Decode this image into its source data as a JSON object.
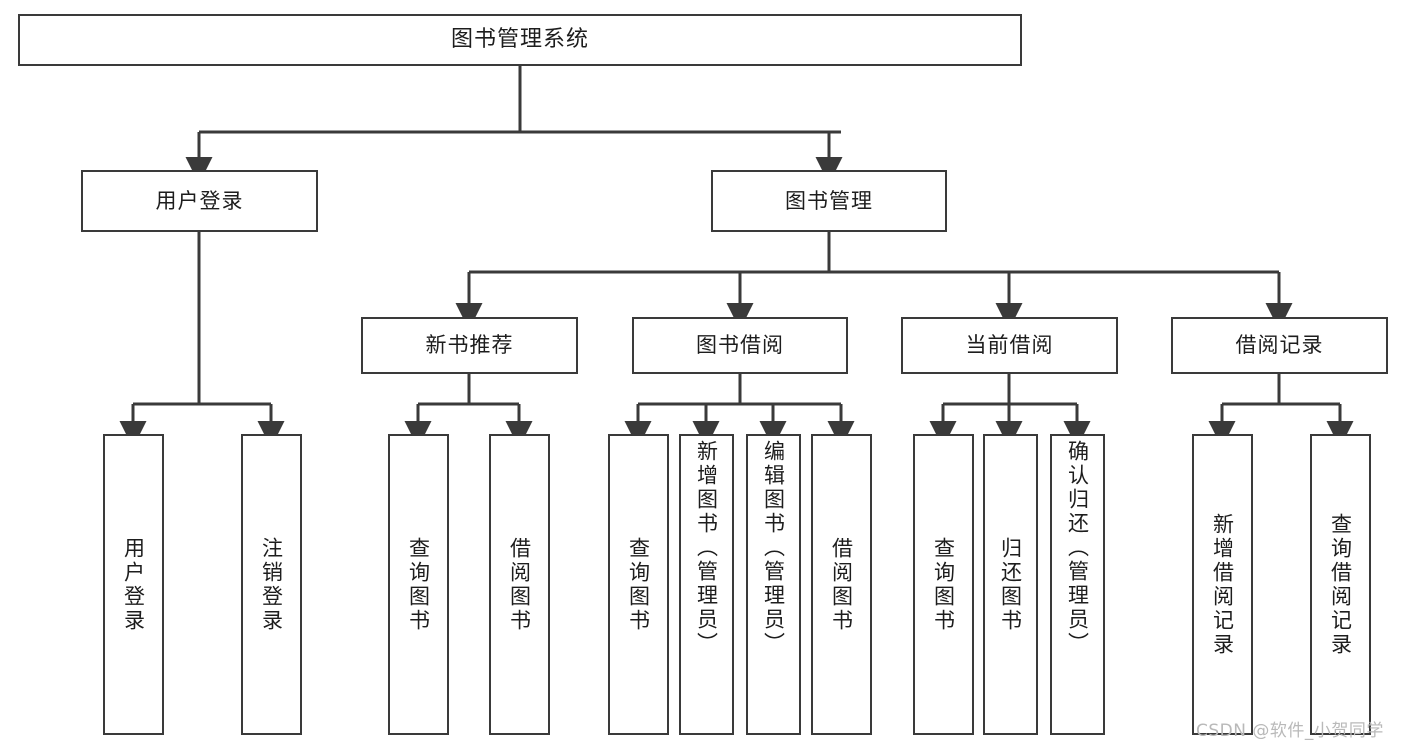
{
  "diagram": {
    "title": "图书管理系统",
    "type": "hierarchy-tree",
    "root": {
      "id": "root",
      "label": "图书管理系统"
    },
    "level2": [
      {
        "id": "user-login",
        "label": "用户登录"
      },
      {
        "id": "book-manage",
        "label": "图书管理"
      }
    ],
    "level3": [
      {
        "id": "new-book-rec",
        "label": "新书推荐",
        "parent": "book-manage"
      },
      {
        "id": "book-borrow",
        "label": "图书借阅",
        "parent": "book-manage"
      },
      {
        "id": "current-borrow",
        "label": "当前借阅",
        "parent": "book-manage"
      },
      {
        "id": "borrow-record",
        "label": "借阅记录",
        "parent": "book-manage"
      }
    ],
    "leaves": [
      {
        "id": "leaf-user-login",
        "label": "用户登录",
        "parent": "user-login"
      },
      {
        "id": "leaf-logout",
        "label": "注销登录",
        "parent": "user-login"
      },
      {
        "id": "leaf-query-book-1",
        "label": "查询图书",
        "parent": "new-book-rec"
      },
      {
        "id": "leaf-borrow-book-1",
        "label": "借阅图书",
        "parent": "new-book-rec"
      },
      {
        "id": "leaf-query-book-2",
        "label": "查询图书",
        "parent": "book-borrow"
      },
      {
        "id": "leaf-add-book",
        "label": "新增图书（管理员）",
        "parent": "book-borrow"
      },
      {
        "id": "leaf-edit-book",
        "label": "编辑图书（管理员）",
        "parent": "book-borrow"
      },
      {
        "id": "leaf-borrow-book-2",
        "label": "借阅图书",
        "parent": "book-borrow"
      },
      {
        "id": "leaf-query-book-3",
        "label": "查询图书",
        "parent": "current-borrow"
      },
      {
        "id": "leaf-return-book",
        "label": "归还图书",
        "parent": "current-borrow"
      },
      {
        "id": "leaf-confirm-return",
        "label": "确认归还（管理员）",
        "parent": "current-borrow"
      },
      {
        "id": "leaf-add-record",
        "label": "新增借阅记录",
        "parent": "borrow-record"
      },
      {
        "id": "leaf-query-record",
        "label": "查询借阅记录",
        "parent": "borrow-record"
      }
    ]
  },
  "watermark": {
    "text": "CSDN @软件_小贺同学"
  },
  "colors": {
    "border": "#3a3a3a",
    "text": "#1d1d1d",
    "background": "#ffffff",
    "watermark": "#b9b9b9"
  }
}
